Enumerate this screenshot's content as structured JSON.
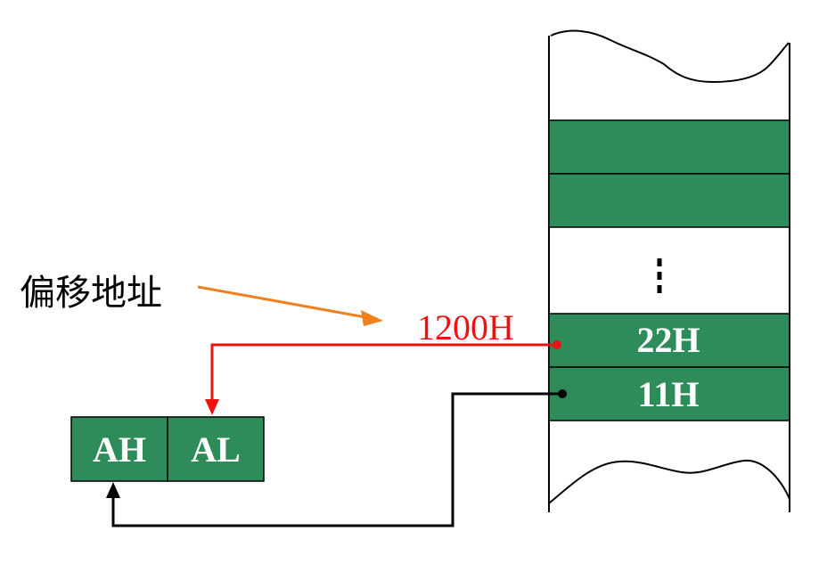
{
  "caption": {
    "offset_address": "偏移地址",
    "address_value": "1200H"
  },
  "memory": {
    "cell_22": "22H",
    "cell_11": "11H",
    "ellipsis": "⋮"
  },
  "register": {
    "high": "AH",
    "low": "AL"
  },
  "colors": {
    "cell_fill": "#2e8b5a",
    "red_arrow": "#ee1111",
    "orange_arrow": "#f07f1e",
    "black_arrow": "#000000"
  }
}
